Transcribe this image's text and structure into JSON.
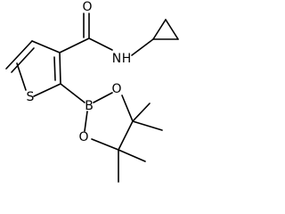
{
  "molecule": {
    "atoms": {
      "O": "O",
      "N": "N",
      "H": "H",
      "S": "S",
      "B": "B",
      "O1": "O",
      "O2": "O"
    }
  }
}
